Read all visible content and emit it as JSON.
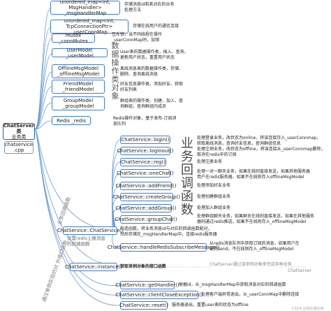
{
  "root": {
    "title": "ChatServer类",
    "subtitle": "业务类",
    "file": "chatservice\n.cpp"
  },
  "members": [
    {
      "label": "unordered_map<int, MsgHandler>\n_msgHandlerMap",
      "desc": "存储消息id和其对应的业务\n处理方法"
    },
    {
      "label": "unordered_map<int, TcpConnectionPtr>\n_userConnMap",
      "desc": "存储在线用户的通信连接"
    },
    {
      "label": "mutex _connMutex",
      "desc": "互斥锁，当不同线程在操作\n_userConnMap时，加锁"
    },
    {
      "label": "UserModel _userModel",
      "desc": "User表的数据操作类，插入、查询，\n更新用户状态，重置用户状态"
    },
    {
      "label": "OfflineMsgModel\n_offlineMsgModel",
      "desc": "离线消息表的数据操作类，存储、\n删除、查询离线消息"
    },
    {
      "label": "FriendModel\n_friendModel",
      "desc": "好友信息操作类，添加好友、获取\n好友列表"
    },
    {
      "label": "GroupModel\n_groupModel",
      "desc": "群组表的操作类，创建、加入、查\n询群组，查询群组内成员"
    },
    {
      "label": "Redis _redis",
      "desc": "Redis操作对象，基于发布-订阅消\n息队列"
    }
  ],
  "data_object_label": "数\n据\n操\n作\n类\n对\n象",
  "methods": [
    {
      "label": "ChatService::login()",
      "desc": "处理登录业务，改状态为online，将该连接存入_userConnmap，\n获取离线消息，查询好友信息，查询群组信息"
    },
    {
      "label": "ChatService::loginout()",
      "desc": "处理注销业务，改状态为offline，将该连接从_userConnmap删除，\n取消在redis中的订阅"
    },
    {
      "label": "ChatService::reg()",
      "desc": "处理注册业务"
    },
    {
      "label": "ChatService::oneChat()",
      "desc": "处理一对一聊天业务，如果在线则直接发送，如果其他服务器\n用户在redis服务器，如果不在线则存入offlineMsgModel"
    },
    {
      "label": "ChatService::addFriend()",
      "desc": "处理添加好友业务"
    },
    {
      "label": "ChatService::createGroup()",
      "desc": "处理创建群组业务"
    },
    {
      "label": "ChatService::addGroup()",
      "desc": "处理加入群组业务"
    },
    {
      "label": "ChatService::groupChat()",
      "desc": "处理群组聊天业务，如果群员在线则直接发送，如果在其他服务\n器则通过redis推送，如果不在线则存入_offlineMsgModel"
    }
  ],
  "business_label": "业\n务\n回\n调\n函\n数",
  "branch_label_1": "业务回调函数",
  "constructor": {
    "label": "ChatService::ChatService()",
    "desc": "构造函数，将业务消息id与对应的回调函数配对，\n然后存储在_msgHandlerMap中，连接redis服务器",
    "branch_label": "设置redis上报消息\n的回调函数"
  },
  "redis_handler": {
    "label": "ChatService::handleRedisSubscribeMessage()",
    "desc": "从redis消息队列中获取订阅的消息，如果用户在\n线则send，不在线则存入_offlineMsgModel"
  },
  "instance": {
    "label": "ChatService::instance()",
    "desc": "获取单例对象的接口函数",
    "note": "ChatServer通过该单例对象来完成各种业务",
    "note2": "ChatServer"
  },
  "bottom_branch_label": "通过单例实现的对\n外接口函数",
  "bottom": [
    {
      "label": "ChatService::getHandler()",
      "desc": "根据id，从_msgHandlerMap中获取消息对应的回调函数"
    },
    {
      "label": "ChatService::clientCloseException()",
      "desc": "处理客户端异常退出，从_userConnMap中删除连接"
    },
    {
      "label": "ChatService::reset()",
      "desc": "服务器退出，重置user表的状态为offline"
    }
  ],
  "watermark": "CSDN @南北朝北南"
}
